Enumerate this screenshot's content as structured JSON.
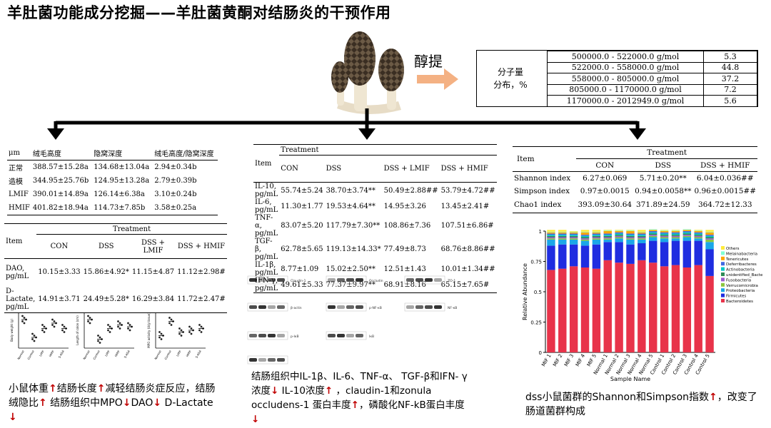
{
  "title": "羊肚菌功能成分挖掘——羊肚菌黄酮对结肠炎的干预作用",
  "extraction_label": "醇提",
  "mw_table": {
    "label_line1": "分子量",
    "label_line2": "分布，%",
    "rows": [
      {
        "range": "500000.0 - 522000.0 g/mol",
        "pct": "5.3"
      },
      {
        "range": "522000.0 - 558000.0 g/mol",
        "pct": "44.8"
      },
      {
        "range": "558000.0 - 805000.0 g/mol",
        "pct": "37.2"
      },
      {
        "range": "805000.0 - 1170000.0 g/mol",
        "pct": "7.2"
      },
      {
        "range": "1170000.0 - 2012949.0 g/mol",
        "pct": "5.6"
      }
    ]
  },
  "villus_table": {
    "headers": [
      "μm",
      "绒毛高度",
      "隐窝深度",
      "绒毛高度/隐窝深度"
    ],
    "rows": [
      [
        "正常",
        "388.57±15.28a",
        "134.68±13.04a",
        "2.94±0.34b"
      ],
      [
        "造模",
        "344.95±25.76b",
        "124.95±13.28a",
        "2.79±0.39b"
      ],
      [
        "LMIF",
        "390.01±14.89a",
        "126.14±6.38a",
        "3.10±0.24b"
      ],
      [
        "HMIF",
        "401.82±18.94a",
        "114.73±7.85b",
        "3.58±0.25a"
      ]
    ]
  },
  "dao_table": {
    "item": "Item",
    "treatment": "Treatment",
    "cols": [
      "CON",
      "DSS",
      "DSS + LMIF",
      "DSS + HMIF"
    ],
    "rows": [
      {
        "label": "DAO, pg/mL",
        "values": [
          "10.15±3.33",
          "15.86±4.92*",
          "11.15±4.87",
          "11.12±2.98#"
        ]
      },
      {
        "label": "D-Lactate, pg/mL",
        "values": [
          "14.91±3.71",
          "24.49±5.28*",
          "16.29±3.84",
          "11.72±2.47#"
        ]
      }
    ]
  },
  "cytokine_table": {
    "item": "Item",
    "treatment": "Treatment",
    "cols": [
      "CON",
      "DSS",
      "DSS + LMIF",
      "DSS + HMIF"
    ],
    "rows": [
      {
        "label": "IL-10, pg/mL",
        "values": [
          "55.74±5.24",
          "38.70±3.74**",
          "50.49±2.88##",
          "53.79±4.72##"
        ]
      },
      {
        "label": "IL-6, pg/mL",
        "values": [
          "11.30±1.77",
          "19.53±4.64**",
          "14.95±3.26",
          "13.45±2.41#"
        ]
      },
      {
        "label": "TNF-α, pg/mL",
        "values": [
          "83.07±5.20",
          "117.79±7.30**",
          "108.86±7.36",
          "107.51±6.86#"
        ]
      },
      {
        "label": "TGF-β, pg/mL",
        "values": [
          "62.78±5.65",
          "119.13±14.33*",
          "77.49±8.73",
          "68.76±8.86##"
        ]
      },
      {
        "label": "IL-1β, pg/mL",
        "values": [
          "8.77±1.09",
          "15.02±2.50**",
          "12.51±1.43",
          "10.01±1.34##"
        ]
      },
      {
        "label": "IFN-γ, pg/mL",
        "values": [
          "49.61±5.33",
          "77.37±9.97**",
          "68.91±8.16",
          "65.15±7.65#"
        ]
      }
    ]
  },
  "diversity_table": {
    "item": "Item",
    "treatment": "Treatment",
    "cols": [
      "CON",
      "DSS",
      "DSS + HMIF"
    ],
    "rows": [
      {
        "label": "Shannon index",
        "values": [
          "6.27±0.069",
          "5.71±0.20**",
          "6.04±0.036##"
        ]
      },
      {
        "label": "Simpson index",
        "values": [
          "0.97±0.0015",
          "0.94±0.0058**",
          "0.96±0.0015##"
        ]
      },
      {
        "label": "Chao1 index",
        "values": [
          "393.09±30.64",
          "371.89±24.59",
          "364.72±12.33"
        ]
      }
    ]
  },
  "chart_data": {
    "type": "bar",
    "stacked": true,
    "xlabel": "Sample Name",
    "ylabel": "Relative Abundance",
    "ylim": [
      0,
      1
    ],
    "categories": [
      "MIF 1",
      "MIF 2",
      "MIF 3",
      "MIF 4",
      "MIF 5",
      "Normal 1",
      "Normal 2",
      "Normal 3",
      "Normal 4",
      "Normal 5",
      "Control 1",
      "Control 2",
      "Control 3",
      "Control 4",
      "Control 5"
    ],
    "series": [
      {
        "name": "Bacteroidetes",
        "color": "#e8334a",
        "values": [
          0.68,
          0.69,
          0.71,
          0.7,
          0.69,
          0.76,
          0.74,
          0.73,
          0.76,
          0.74,
          0.71,
          0.72,
          0.7,
          0.72,
          0.63
        ]
      },
      {
        "name": "Firmicutes",
        "color": "#1f2de0",
        "values": [
          0.2,
          0.2,
          0.18,
          0.18,
          0.2,
          0.15,
          0.17,
          0.16,
          0.14,
          0.18,
          0.2,
          0.2,
          0.22,
          0.2,
          0.22
        ]
      },
      {
        "name": "Proteobacteria",
        "color": "#1aa7e8",
        "values": [
          0.05,
          0.04,
          0.04,
          0.04,
          0.04,
          0.02,
          0.03,
          0.04,
          0.03,
          0.03,
          0.03,
          0.02,
          0.03,
          0.02,
          0.06
        ]
      },
      {
        "name": "Verrucomicrobia",
        "color": "#8cc63f",
        "values": [
          0.01,
          0.01,
          0.01,
          0.01,
          0.01,
          0.01,
          0.01,
          0.01,
          0.01,
          0.01,
          0.01,
          0.01,
          0.01,
          0.01,
          0.02
        ]
      },
      {
        "name": "Fusobacteria",
        "color": "#9b5bd0",
        "values": [
          0.01,
          0.01,
          0.01,
          0.01,
          0.01,
          0.01,
          0.01,
          0.01,
          0.01,
          0.01,
          0.01,
          0.01,
          0.01,
          0.01,
          0.01
        ]
      },
      {
        "name": "unidentified_Bacteria",
        "color": "#2e8b57",
        "values": [
          0.01,
          0.01,
          0.01,
          0.01,
          0.01,
          0.01,
          0.01,
          0.01,
          0.01,
          0.01,
          0.01,
          0.01,
          0.01,
          0.01,
          0.01
        ]
      },
      {
        "name": "Actinobacteria",
        "color": "#00c8c8",
        "values": [
          0.01,
          0.01,
          0.01,
          0.01,
          0.01,
          0.01,
          0.01,
          0.01,
          0.01,
          0.01,
          0.01,
          0.01,
          0.01,
          0.01,
          0.01
        ]
      },
      {
        "name": "Deferribacteres",
        "color": "#4169e1",
        "values": [
          0.01,
          0.01,
          0.01,
          0.01,
          0.01,
          0.01,
          0.01,
          0.01,
          0.01,
          0.01,
          0.01,
          0.01,
          0.01,
          0.01,
          0.01
        ]
      },
      {
        "name": "Tenericutes",
        "color": "#ffa500",
        "values": [
          0.01,
          0.01,
          0.01,
          0.02,
          0.01,
          0.02,
          0.01,
          0.02,
          0.01,
          0.01,
          0.01,
          0.01,
          0.01,
          0.01,
          0.02
        ]
      },
      {
        "name": "Melainabacteria",
        "color": "#7fffd4",
        "values": [
          0.005,
          0.005,
          0.005,
          0.005,
          0.005,
          0.005,
          0.005,
          0.005,
          0.005,
          0.005,
          0.005,
          0.005,
          0.005,
          0.005,
          0.005
        ]
      },
      {
        "name": "Others",
        "color": "#ffeb3b",
        "values": [
          0.015,
          0.015,
          0.005,
          0.015,
          0.015,
          0.005,
          0.005,
          0.005,
          0.015,
          0.0,
          0.005,
          0.005,
          0.0,
          0.005,
          0.015
        ]
      }
    ],
    "yticks": [
      "0",
      "0.25",
      "0.5",
      "0.75",
      "1"
    ]
  },
  "captions": {
    "left": [
      {
        "t": "小鼠体重",
        "a": "↑"
      },
      {
        "t": "结肠长度",
        "a": "↑"
      },
      {
        "t": "减轻结肠炎症反应，结肠绒隐比",
        "a": "↑"
      },
      {
        "t": " 结肠组织中MPO",
        "a": "↓"
      },
      {
        "t": "DAO",
        "a": "↓"
      },
      {
        "t": " D-Lactate ",
        "a": "↓"
      }
    ],
    "middle": [
      {
        "t": "结肠组织中IL-1β、IL-6、TNF-α、 TGF-β和IFN- γ浓度",
        "a": "↓"
      },
      {
        "t": " IL-10浓度",
        "a": "↑"
      },
      {
        "t": " ，claudin-1和zonula occludens-1 蛋白丰度",
        "a": "↑"
      },
      {
        "t": "，磷酸化NF-kB蛋白丰度 ",
        "a": "↓"
      }
    ],
    "right": [
      {
        "t": "dss小鼠菌群的Shannon和Simpson指数",
        "a": "↑"
      },
      {
        "t": "，改变了肠道菌群构成",
        "a": ""
      }
    ]
  },
  "dot_plots": {
    "ylabels": [
      "Body weight (g)",
      "Length of colon (cm)",
      "MPO activity (U/g tissue)"
    ],
    "xlabels": [
      "Normal",
      "Control",
      "LMIF",
      "HMIF",
      "5-ASA"
    ]
  },
  "blot_labels": [
    "Claudin-1",
    "Occludin",
    "ZO-1",
    "β-actin",
    "p-NF-κB",
    "NF-κB",
    "p-IκB",
    "IκB"
  ]
}
